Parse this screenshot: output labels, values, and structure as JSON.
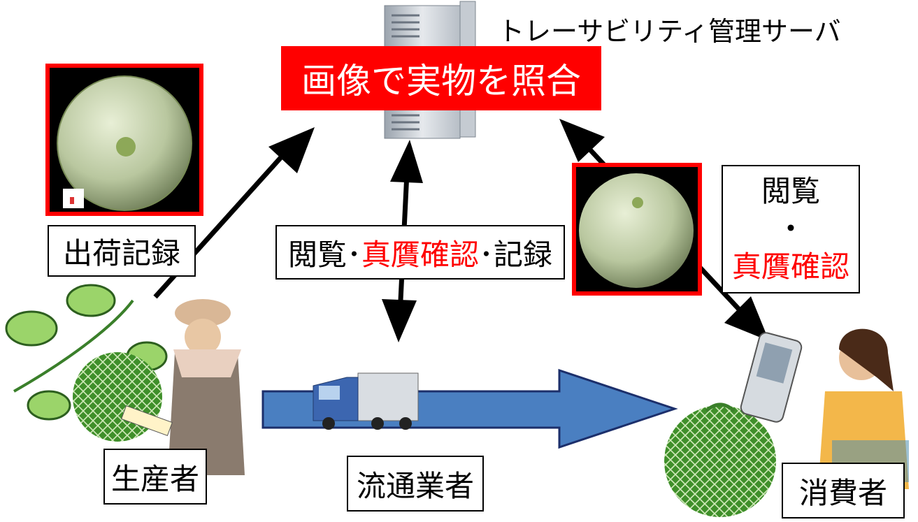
{
  "server_label": "トレーサビリティ管理サーバ",
  "banner": "画像で実物を照合",
  "shipping_record": "出荷記録",
  "middle_label": {
    "part1": "閲覧",
    "dot1": "･",
    "part2": "真贋確認",
    "dot2": "･",
    "part3": "記録"
  },
  "right_label": {
    "line1": "閲覧",
    "line2": "・",
    "line3": "真贋確認"
  },
  "producer": "生産者",
  "distributor": "流通業者",
  "consumer": "消費者",
  "colors": {
    "accent_red": "#ff0000",
    "arrow_blue": "#4a7fc1",
    "melon_green": "#5aa83a"
  },
  "icons": [
    "server-icon",
    "melon-photo",
    "farmer-illustration",
    "truck-icon",
    "mobile-phone-icon",
    "consumer-illustration",
    "melon-plant"
  ]
}
